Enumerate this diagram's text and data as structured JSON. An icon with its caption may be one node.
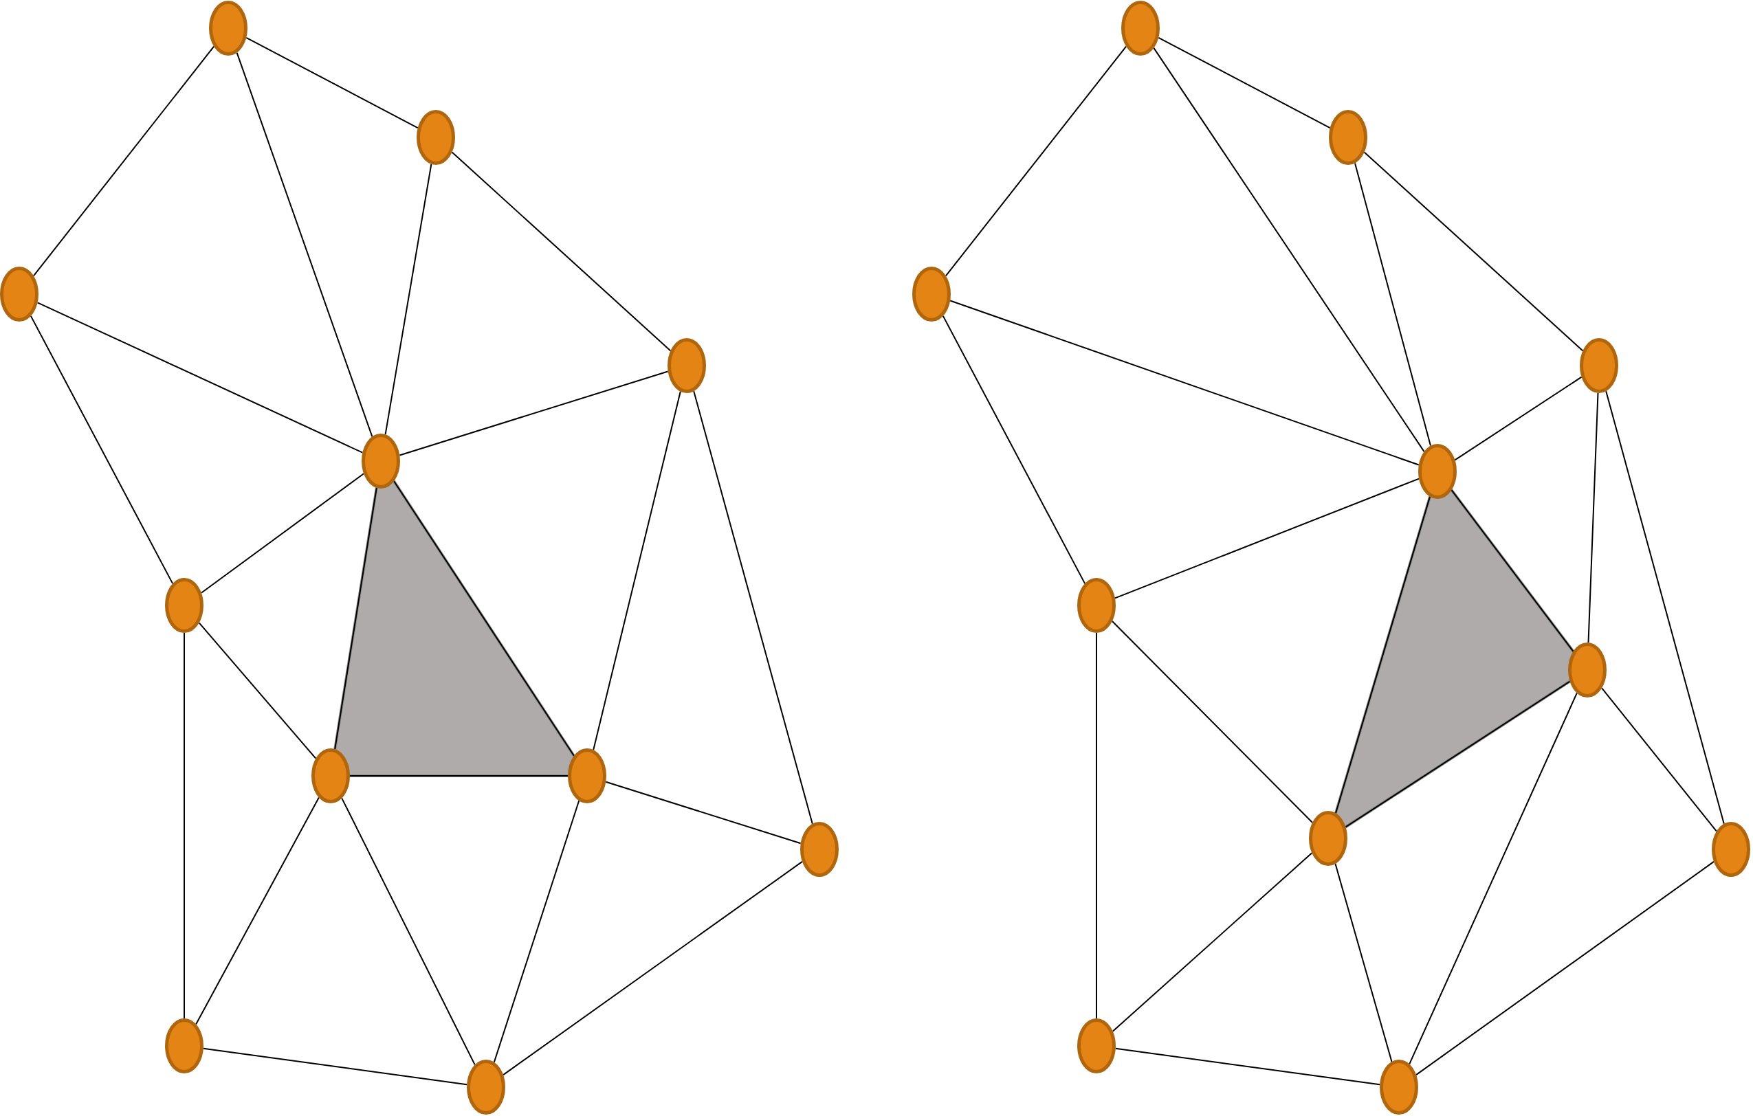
{
  "diagram": {
    "nodes": [
      {
        "text": [],
        "shape": "circle"
      },
      {
        "text": [],
        "shape": "circle"
      },
      {
        "text": [],
        "shape": "circle"
      },
      {
        "text": [],
        "shape": "circle"
      },
      {
        "text": [],
        "shape": "circle"
      },
      {
        "text": [],
        "shape": "circle"
      },
      {
        "text": [],
        "shape": "circle"
      },
      {
        "text": [],
        "shape": "circle"
      },
      {
        "text": [],
        "shape": "circle"
      },
      {
        "text": [],
        "shape": "circle"
      },
      {
        "text": [],
        "shape": "circle"
      },
      {
        "text": [],
        "shape": "circle"
      },
      {
        "text": [],
        "shape": "circle"
      },
      {
        "text": [],
        "shape": "circle"
      },
      {
        "text": [],
        "shape": "circle"
      },
      {
        "text": [],
        "shape": "circle"
      },
      {
        "text": [],
        "shape": "circle"
      },
      {
        "text": [],
        "shape": "circle"
      },
      {
        "text": [],
        "shape": "circle"
      },
      {
        "text": [],
        "shape": "circle"
      },
      {
        "text": [],
        "shape": "circle"
      },
      {
        "text": [],
        "shape": "circle"
      }
    ],
    "edges": [
      {
        "from": 0,
        "to": 2,
        "arrow": "none"
      },
      {
        "from": 0,
        "to": 1,
        "arrow": "none"
      },
      {
        "from": 0,
        "to": 4,
        "arrow": "none"
      },
      {
        "from": 1,
        "to": 4,
        "arrow": "none"
      },
      {
        "from": 1,
        "to": 3,
        "arrow": "none"
      },
      {
        "from": 2,
        "to": 4,
        "arrow": "none"
      },
      {
        "from": 2,
        "to": 5,
        "arrow": "none"
      },
      {
        "from": 3,
        "to": 4,
        "arrow": "none"
      },
      {
        "from": 3,
        "to": 7,
        "arrow": "none"
      },
      {
        "from": 3,
        "to": 8,
        "arrow": "none"
      },
      {
        "from": 4,
        "to": 5,
        "arrow": "none"
      },
      {
        "from": 4,
        "to": 6,
        "arrow": "none"
      },
      {
        "from": 4,
        "to": 7,
        "arrow": "none"
      },
      {
        "from": 5,
        "to": 6,
        "arrow": "none"
      },
      {
        "from": 5,
        "to": 9,
        "arrow": "none"
      },
      {
        "from": 6,
        "to": 7,
        "arrow": "none"
      },
      {
        "from": 6,
        "to": 9,
        "arrow": "none"
      },
      {
        "from": 6,
        "to": 10,
        "arrow": "none"
      },
      {
        "from": 7,
        "to": 10,
        "arrow": "none"
      },
      {
        "from": 7,
        "to": 8,
        "arrow": "none"
      },
      {
        "from": 8,
        "to": 10,
        "arrow": "none"
      },
      {
        "from": 9,
        "to": 10,
        "arrow": "none"
      },
      {
        "from": 11,
        "to": 13,
        "arrow": "none"
      },
      {
        "from": 11,
        "to": 12,
        "arrow": "none"
      },
      {
        "from": 11,
        "to": 15,
        "arrow": "none"
      },
      {
        "from": 12,
        "to": 15,
        "arrow": "none"
      },
      {
        "from": 12,
        "to": 14,
        "arrow": "none"
      },
      {
        "from": 13,
        "to": 15,
        "arrow": "none"
      },
      {
        "from": 13,
        "to": 16,
        "arrow": "none"
      },
      {
        "from": 14,
        "to": 15,
        "arrow": "none"
      },
      {
        "from": 14,
        "to": 17,
        "arrow": "none"
      },
      {
        "from": 14,
        "to": 19,
        "arrow": "none"
      },
      {
        "from": 15,
        "to": 16,
        "arrow": "none"
      },
      {
        "from": 15,
        "to": 17,
        "arrow": "none"
      },
      {
        "from": 15,
        "to": 18,
        "arrow": "none"
      },
      {
        "from": 17,
        "to": 18,
        "arrow": "none"
      },
      {
        "from": 16,
        "to": 18,
        "arrow": "none"
      },
      {
        "from": 16,
        "to": 20,
        "arrow": "none"
      },
      {
        "from": 18,
        "to": 20,
        "arrow": "none"
      },
      {
        "from": 18,
        "to": 21,
        "arrow": "none"
      },
      {
        "from": 17,
        "to": 21,
        "arrow": "none"
      },
      {
        "from": 17,
        "to": 19,
        "arrow": "none"
      },
      {
        "from": 19,
        "to": 21,
        "arrow": "none"
      },
      {
        "from": 20,
        "to": 21,
        "arrow": "none"
      }
    ]
  }
}
